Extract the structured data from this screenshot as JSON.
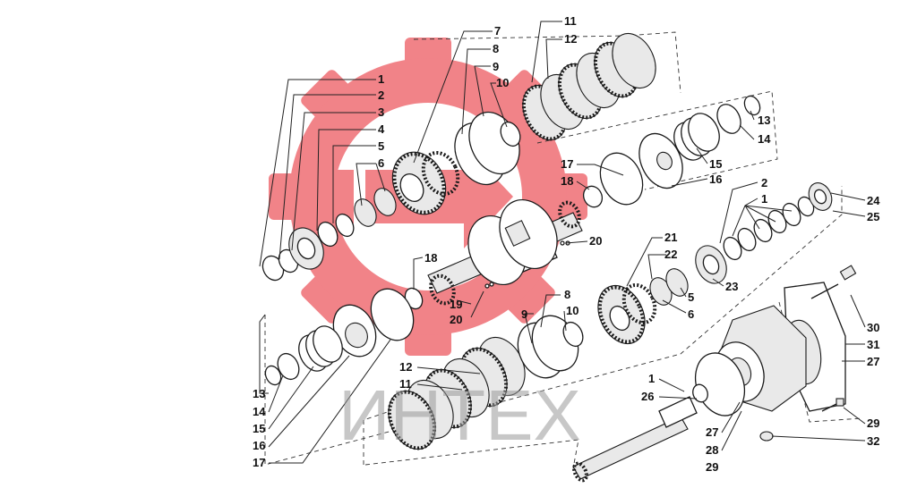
{
  "diagram": {
    "callouts": [
      "1",
      "2",
      "3",
      "4",
      "5",
      "6",
      "7",
      "8",
      "9",
      "10",
      "11",
      "12",
      "13",
      "14",
      "15",
      "16",
      "17",
      "18",
      "19",
      "20",
      "21",
      "22",
      "23",
      "24",
      "25",
      "26",
      "27",
      "28",
      "29",
      "30",
      "31",
      "32"
    ],
    "watermark_text": "ИНТЕХ",
    "colors": {
      "watermark_red": "#e8313a",
      "line": "#1a1a1a"
    }
  }
}
